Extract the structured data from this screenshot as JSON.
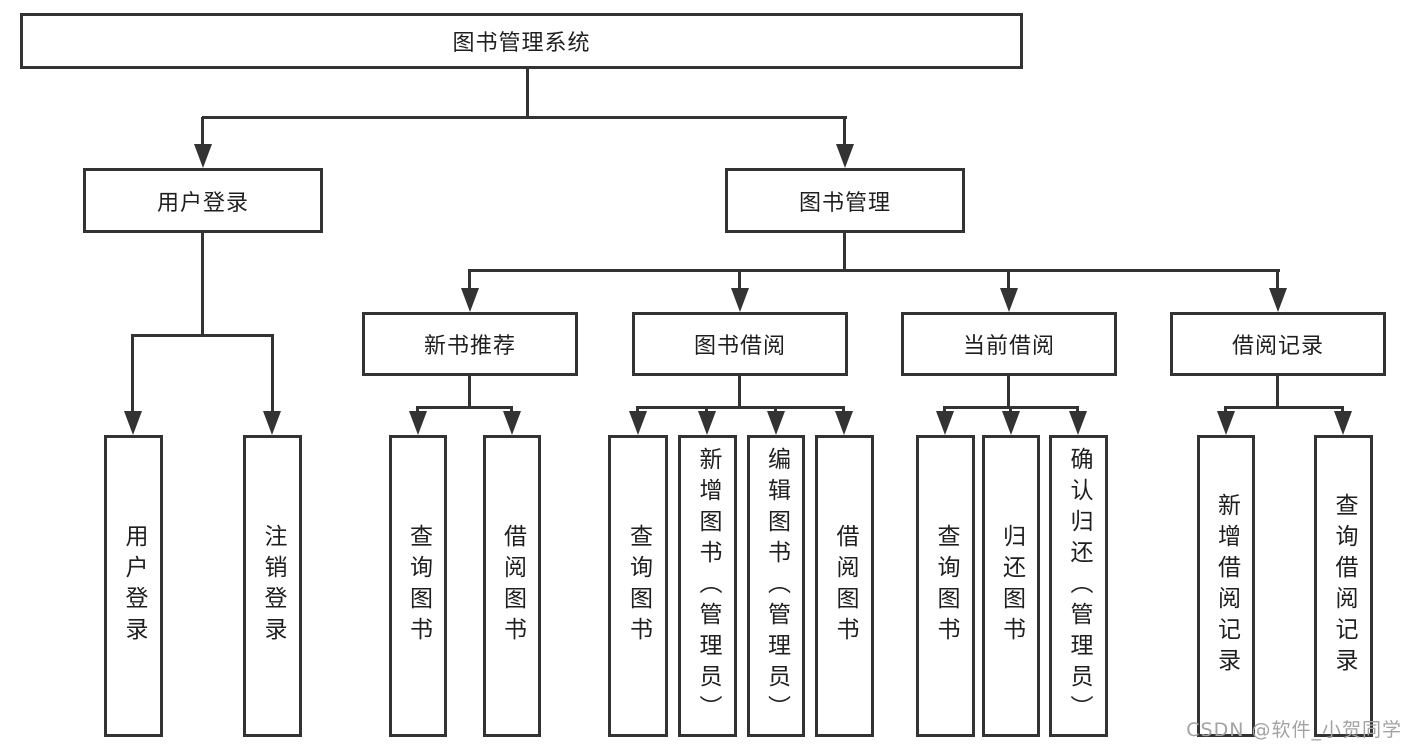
{
  "colors": {
    "line": "#333333",
    "text": "#1f1f1f",
    "box_bg": "#ffffff",
    "background": "#ffffff",
    "watermark": "#a3a3a3"
  },
  "diagram": {
    "root": {
      "label": "图书管理系统"
    },
    "level1": [
      {
        "label": "用户登录"
      },
      {
        "label": "图书管理"
      }
    ],
    "level2": [
      {
        "label": "新书推荐"
      },
      {
        "label": "图书借阅"
      },
      {
        "label": "当前借阅"
      },
      {
        "label": "借阅记录"
      }
    ],
    "leaves_user_login": [
      {
        "label": "用户登录"
      },
      {
        "label": "注销登录"
      }
    ],
    "leaves_new_books": [
      {
        "label": "查询图书"
      },
      {
        "label": "借阅图书"
      }
    ],
    "leaves_book_borrow": [
      {
        "label": "查询图书"
      },
      {
        "label": "新增图书（管理员）"
      },
      {
        "label": "编辑图书（管理员）"
      },
      {
        "label": "借阅图书"
      }
    ],
    "leaves_current_borrow": [
      {
        "label": "查询图书"
      },
      {
        "label": "归还图书"
      },
      {
        "label": "确认归还（管理员）"
      }
    ],
    "leaves_borrow_records": [
      {
        "label": "新增借阅记录"
      },
      {
        "label": "查询借阅记录"
      }
    ]
  },
  "watermark": {
    "text": "CSDN @软件_小贺同学"
  }
}
